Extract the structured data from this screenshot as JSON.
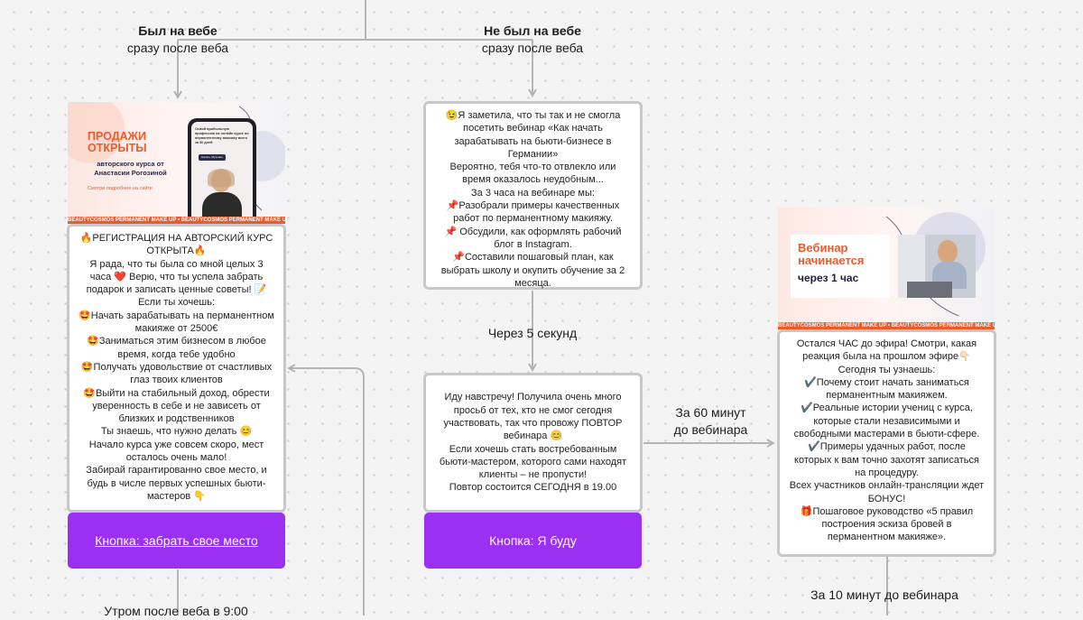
{
  "branches": {
    "left": {
      "title": "Был на вебе",
      "subtitle": "сразу после веба"
    },
    "right": {
      "title": "Не был на вебе",
      "subtitle": "сразу после веба"
    }
  },
  "delays": {
    "five_seconds": "Через 5 секунд",
    "sixty_min_line1": "За 60 минут",
    "sixty_min_line2": "до вебинара",
    "ten_min": "За 10 минут до вебинара",
    "morning": "Утром после веба в 9:00"
  },
  "banner_sales": {
    "heading": "ПРОДАЖИ\nОТКРЫТЫ",
    "sub": "авторского курса от\nАнастасии Рогозиной",
    "link": "Смотри подробнее на сайте",
    "phone_text": "Освой прибыльную профессию на онлайн курсе по перманентному макияжу всего за 30 дней",
    "phone_btn": "Начать обучение",
    "ticker": "BEAUTYCOSMOS PERMANENT MAKE UP • BEAUTYCOSMOS PERMANENT MAKE UP • BEAUTYCOSMOS PERMANENT MAKE UP"
  },
  "banner_webinar": {
    "line1": "Вебинар",
    "line2": "начинается",
    "line3": "через 1 час",
    "ticker": "BEAUTYCOSMOS PERMANENT MAKE UP • BEAUTYCOSMOS PERMANENT MAKE UP • BEAUTYCOSMOS PERMANENT MAKE UP"
  },
  "messages": {
    "sales": "🔥РЕГИСТРАЦИЯ НА АВТОРСКИЙ КУРС ОТКРЫТА🔥\nЯ рада, что ты была со мной целых 3 часа ❤️ Верю, что ты успела забрать подарок и записать ценные советы! 📝\nЕсли ты хочешь:\n🤩Начать зарабатывать на перманентном макияже от 2500€\n🤩Заниматься этим бизнесом в любое время, когда тебе удобно\n🤩Получать удовольствие от счастливых глаз твоих клиентов\n🤩Выйти на стабильный доход, обрести уверенность в себе и не зависеть от близких и родственников\nТы знаешь, что нужно делать 😊\nНачало курса уже совсем скоро, мест осталось очень мало!\nЗабирай гарантированно свое место, и будь в числе первых успешных бьюти-мастеров 👇",
    "missed": "😉Я заметила, что ты так и не смогла посетить вебинар «Как начать зарабатывать на бьюти-бизнесе в Германии»\nВероятно, тебя что-то отвлекло или время оказалось неудобным...\nЗа 3 часа на вебинаре мы:\n📌Разобрали примеры качественных работ по перманентному макияжу.\n📌 Обсудили, как оформлять рабочий блог в Instagram.\n📌Составили пошаговый план, как выбрать школу и окупить обучение за 2 месяца.",
    "repeat": "Иду навстречу! Получила очень много просьб от тех, кто не смог сегодня участвовать, так что провожу ПОВТОР вебинара 😊\nЕсли хочешь стать востребованным бьюти-мастером, которого сами находят клиенты – не пропусти!\nПовтор состоится СЕГОДНЯ в 19.00",
    "hour": "Остался ЧАС до эфира! Смотри, какая реакция была на прошлом эфире👇🏻\nСегодня ты узнаешь:\n✔️Почему стоит начать заниматься перманентным макияжем.\n✔️Реальные истории учениц с курса, которые стали независимыми и свободными мастерами в бьюти-сфере.\n✔️Примеры удачных работ, после которых к вам точно захотят записаться на процедуру.\nВсех участников онлайн-трансляции ждет БОНУС!\n🎁Пошаговое руководство «5 правил построения эскиза бровей в перманентном макияже»."
  },
  "buttons": {
    "claim": "Кнопка: забрать свое место",
    "attend": "Кнопка: Я буду"
  },
  "colors": {
    "button": "#9b2ff2",
    "accent": "#ef5a2b",
    "connector": "#b5b5b5"
  }
}
